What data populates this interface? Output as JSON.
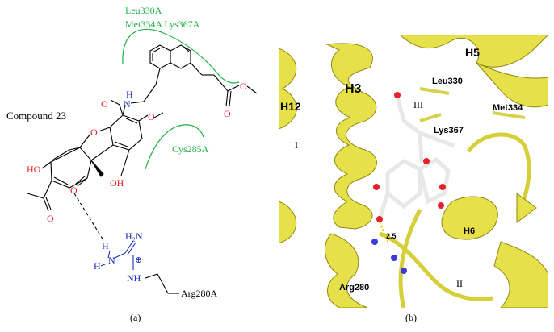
{
  "panel_a": {
    "compound_label": "Compound 23",
    "residue_labels": {
      "leu330": "Leu330A",
      "met334_lys367": "Met334A Lys367A",
      "cys285": "Cys285A",
      "arg280": "Arg280A"
    },
    "atoms": {
      "o_furan": "O",
      "och3_o": "O",
      "amide_o": "O",
      "amide_n": "N",
      "amide_h": "H",
      "ester_o1": "O",
      "ester_o2": "O",
      "oh_left": "HO",
      "oh_right": "OH",
      "acetyl_o": "O",
      "ketone_o": "O",
      "guan_nh2_top": "H₂N",
      "guan_h": "H",
      "guan_n": "N",
      "guan_h2": "H",
      "guan_nh": "NH",
      "guan_charge": "⊕"
    },
    "caption": "(a)"
  },
  "panel_b": {
    "helix_labels": {
      "h3": "H3",
      "h5": "H5",
      "h12": "H12",
      "h6": "H6"
    },
    "residue_labels": {
      "leu330": "Leu330",
      "met334": "Met334",
      "lys367": "Lys367",
      "arg280": "Arg280"
    },
    "pocket_labels": {
      "i": "I",
      "ii": "II",
      "iii": "III"
    },
    "distance_label": "2.5",
    "caption": "(b)"
  },
  "colors": {
    "carbon": "#000000",
    "oxygen": "#e8202a",
    "nitrogen": "#1f2bbf",
    "contact": "#22b04b",
    "ribbon": "#e6e04a",
    "ribbon_dark": "#8f8a10",
    "background_3d": "#ffffff"
  }
}
